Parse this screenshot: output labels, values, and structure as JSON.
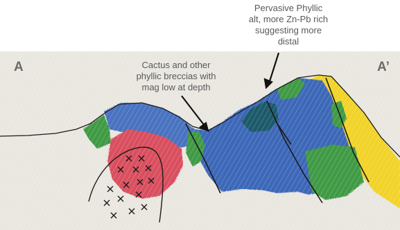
{
  "section": {
    "start_label": "A",
    "end_label": "A’"
  },
  "annotations": {
    "top_note": [
      "Pervasive Phyllic",
      "alt, more Zn-Pb rich",
      "suggesting more",
      "distal"
    ],
    "middle_note": [
      "Cactus and other",
      "phyllic breccias with",
      "mag low at depth"
    ]
  },
  "colors": {
    "paper": "#ecebe5",
    "blue_unit": "#3d68b8",
    "green_unit": "#3f9a45",
    "red_intrusion": "#d9505f",
    "yellow_unit": "#f1d32a",
    "dark_teal": "#1f5a6a",
    "text": "#595959"
  }
}
